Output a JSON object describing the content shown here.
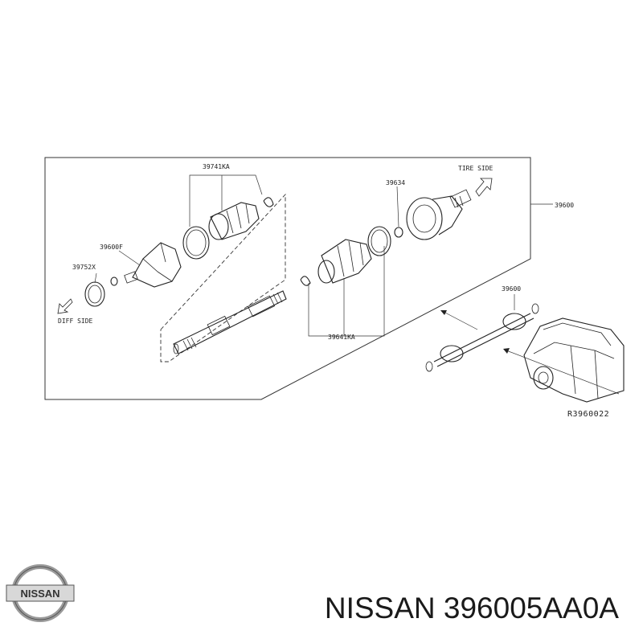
{
  "diagram": {
    "part_labels": {
      "boot_upper": "39741KA",
      "inner_joint": "39600F",
      "snap_ring": "39752X",
      "circlip": "39634",
      "boot_lower": "39641KA",
      "assembly": "39600",
      "vehicle_callout": "39600"
    },
    "direction_labels": {
      "tire_side": "TIRE SIDE",
      "diff_side": "DIFF SIDE"
    },
    "reference_code": "R3960022"
  },
  "logo": {
    "text": "NISSAN"
  },
  "caption": {
    "brand": "NISSAN",
    "part_number": "396005AA0A"
  }
}
